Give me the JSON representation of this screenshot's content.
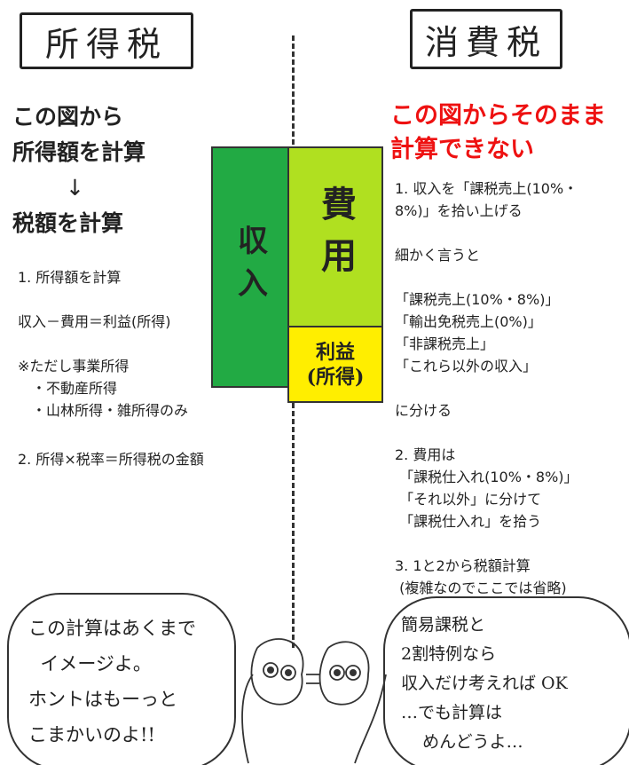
{
  "left": {
    "title": "所得税",
    "heading": [
      "この図から",
      "所得額を計算",
      "↓",
      "税額を計算"
    ],
    "steps": [
      "1. 所得額を計算",
      "収入－費用＝利益(所得)",
      "※ただし事業所得",
      "　・不動産所得",
      "　・山林所得・雑所得のみ",
      "2. 所得×税率＝所得税の金額"
    ]
  },
  "diagram": {
    "income": "収入",
    "expense": "費用",
    "profit": "利益\n(所得)",
    "colors": {
      "income": "#22aa44",
      "expense": "#b0e020",
      "profit": "#ffee00"
    }
  },
  "right": {
    "title": "消費税",
    "heading": [
      "この図からそのまま",
      "計算できない"
    ],
    "steps": [
      "1. 収入を「課税売上(10%・\n8%)」を拾い上げる",
      "細かく言うと",
      "「課税売上(10%・8%)」\n「輸出免税売上(0%)」\n「非課税売上」\n「これら以外の収入」",
      "に分ける",
      "2. 費用は\n 「課税仕入れ(10%・8%)」\n 「それ以外」に分けて\n 「課税仕入れ」を拾う",
      "3. 1と2から税額計算\n (複雑なのでここでは省略)"
    ]
  },
  "bubbles": {
    "left": "この計算はあくまで\n  イメージよ。\nホントはもーっと\nこまかいのよ!!",
    "right": "簡易課税と\n2割特例なら\n収入だけ考えれば OK\n…でも計算は\n    めんどうよ…"
  }
}
